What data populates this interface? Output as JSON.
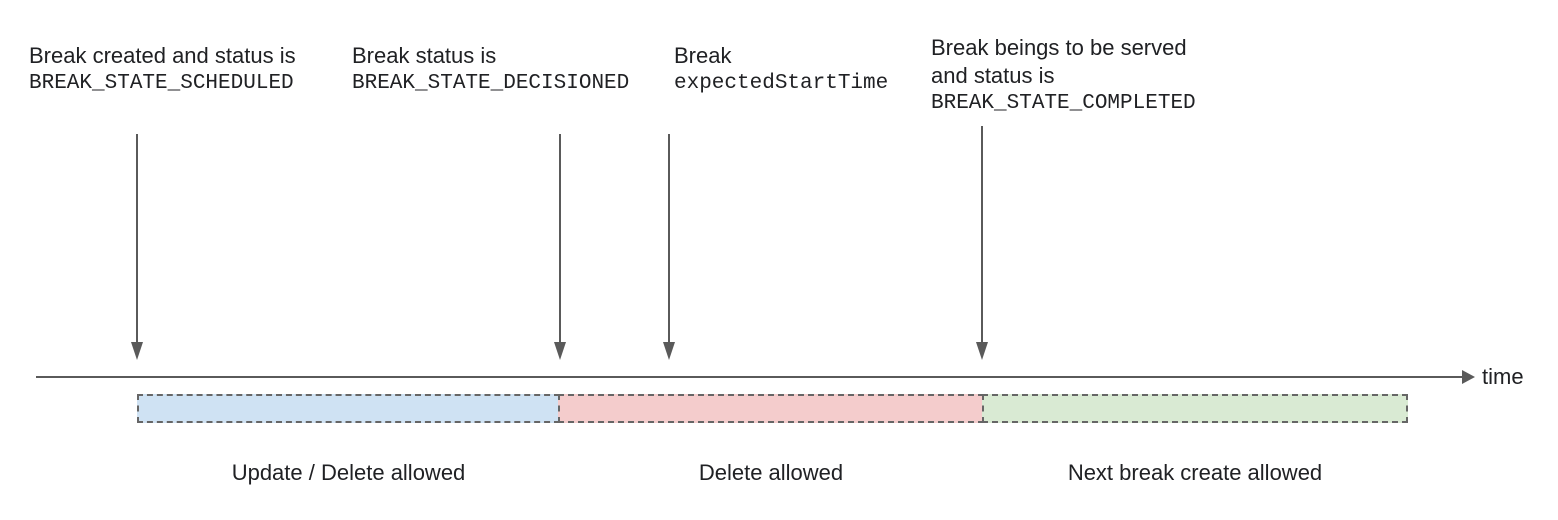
{
  "annotations": [
    {
      "line1": "Break created and status is",
      "code": "BREAK_STATE_SCHEDULED"
    },
    {
      "line1": "Break status is",
      "code": "BREAK_STATE_DECISIONED"
    },
    {
      "line1": "Break",
      "code": "expectedStartTime"
    },
    {
      "line1": "Break beings to be served",
      "line2": "and status is",
      "code": "BREAK_STATE_COMPLETED"
    }
  ],
  "timeline": {
    "axis_label": "time"
  },
  "segments": [
    {
      "label": "Update / Delete allowed",
      "fill": "#cfe2f3"
    },
    {
      "label": "Delete allowed",
      "fill": "#f4cccc"
    },
    {
      "label": "Next break create allowed",
      "fill": "#d9ead3"
    }
  ],
  "colors": {
    "background": "#ffffff",
    "text": "#202124",
    "arrow": "#5a5a5a",
    "segment_border": "#666666",
    "segment_blue": "#cfe2f3",
    "segment_red": "#f4cccc",
    "segment_green": "#d9ead3"
  },
  "icons": {
    "down_arrow": "triangle-down",
    "timeline_arrowhead": "triangle-right"
  }
}
